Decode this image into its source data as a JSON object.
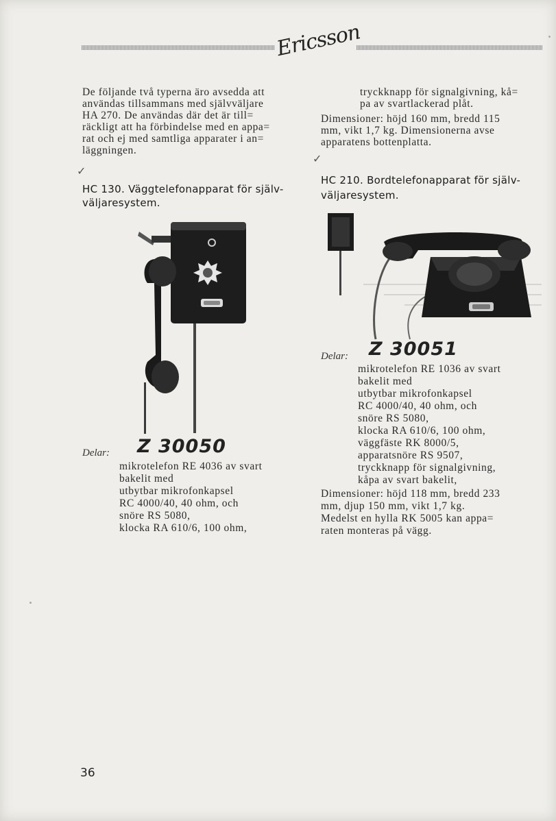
{
  "header": {
    "logo_text": "Ericsson"
  },
  "left_column": {
    "intro_lines": [
      "De följande två typerna äro avsedda att",
      "användas tillsammans med självväljare",
      "HA 270. De användas där det är till=",
      "räckligt att ha förbindelse med en appa=",
      "rat och ej med samtliga apparater i an=",
      "läggningen."
    ],
    "check_mark": "✓",
    "heading_line1": "HC 130. Väggtelefonapparat för själv-",
    "heading_line2": "väljaresystem.",
    "delar_label": "Delar:",
    "part_number": "Z 30050",
    "parts_lines": [
      "mikrotelefon RE 4036 av svart",
      "bakelit med",
      "utbytbar mikrofonkapsel",
      "RC 4000/40, 40 ohm, och",
      "snöre RS 5080,",
      "klocka RA 610/6, 100 ohm,"
    ]
  },
  "right_column": {
    "cont_lines": [
      "tryckknapp för signalgivning, kå=",
      "pa av svartlackerad plåt."
    ],
    "dim_lines": [
      "Dimensioner: höjd 160 mm, bredd 115",
      "mm, vikt 1,7 kg. Dimensionerna avse",
      "apparatens bottenplatta."
    ],
    "check_mark": "✓",
    "heading_line1": "HC 210. Bordtelefonapparat för själv-",
    "heading_line2": "väljaresystem.",
    "delar_label": "Delar:",
    "part_number": "Z 30051",
    "parts_lines": [
      "mikrotelefon RE 1036 av svart",
      "bakelit med",
      "utbytbar mikrofonkapsel",
      "RC 4000/40, 40 ohm, och",
      "snöre RS 5080,",
      "klocka RA 610/6, 100 ohm,",
      "väggfäste RK 8000/5,",
      "apparatsnöre RS 9507,",
      "tryckknapp för signalgivning,",
      "kåpa av svart bakelit,"
    ],
    "dim2_lines": [
      "Dimensioner: höjd 118 mm, bredd 233",
      "mm, djup 150 mm, vikt 1,7 kg.",
      "Medelst en hylla RK 5005 kan appa=",
      "raten monteras på vägg."
    ]
  },
  "page_number": "36"
}
